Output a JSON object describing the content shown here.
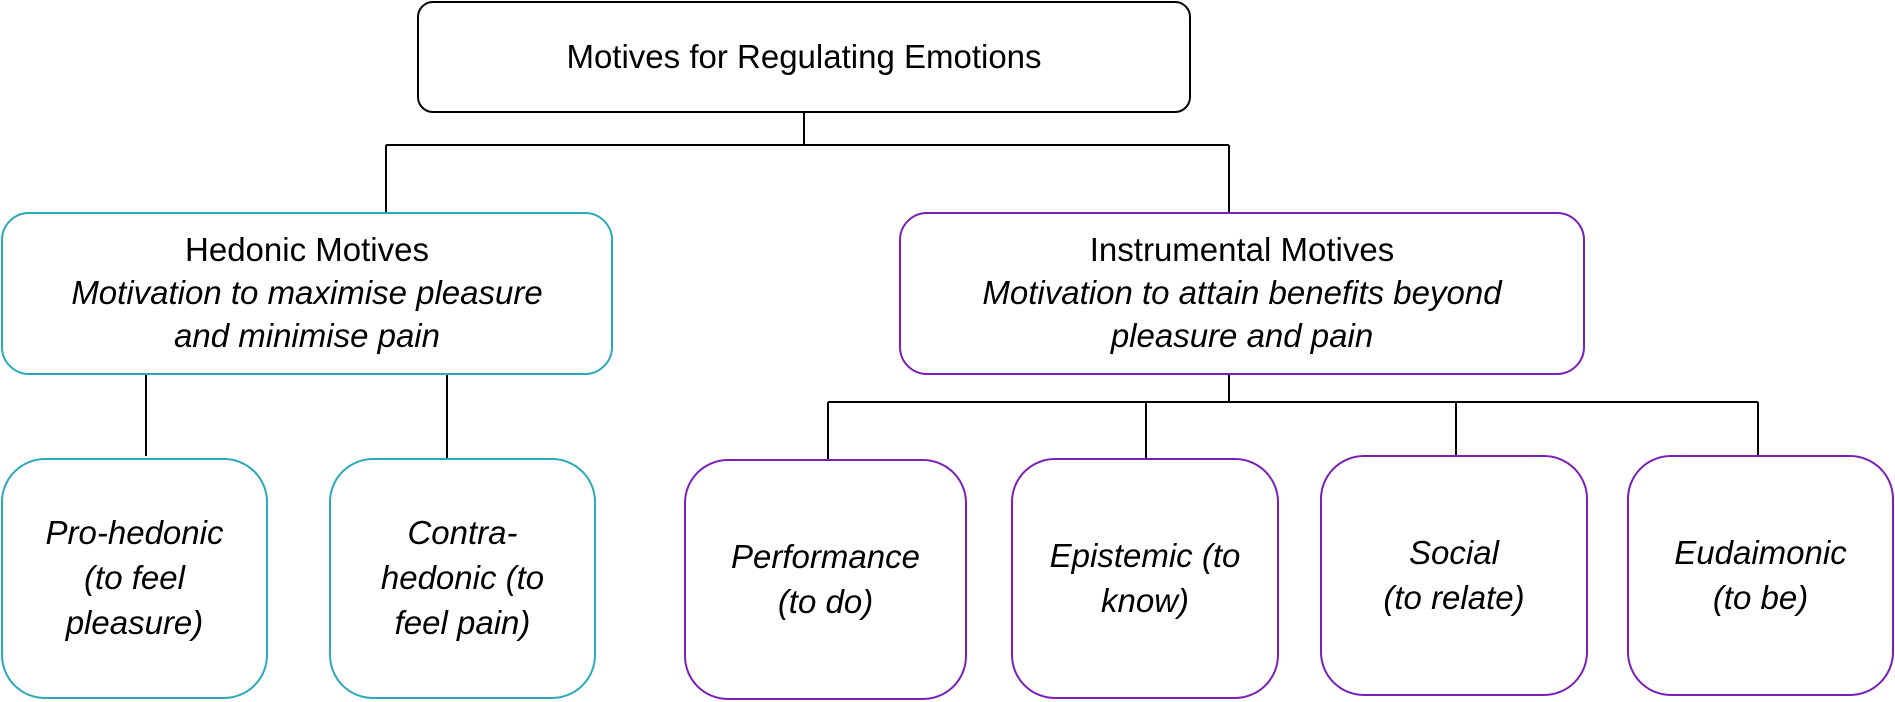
{
  "root": {
    "label": "Motives for Regulating Emotions"
  },
  "hedonic": {
    "title": "Hedonic Motives",
    "description_line1": "Motivation to maximise pleasure",
    "description_line2": "and minimise pain",
    "border_color": "#2aa9b9",
    "children": [
      {
        "lines": [
          "Pro-hedonic",
          "(to feel",
          "pleasure)"
        ]
      },
      {
        "lines": [
          "Contra-",
          "hedonic (to",
          "feel pain)"
        ]
      }
    ]
  },
  "instrumental": {
    "title": "Instrumental Motives",
    "description_line1": "Motivation to attain benefits beyond",
    "description_line2": "pleasure and pain",
    "border_color": "#7a1fb8",
    "children": [
      {
        "lines": [
          "Performance",
          "(to do)"
        ]
      },
      {
        "lines": [
          "Epistemic (to",
          "know)"
        ]
      },
      {
        "lines": [
          "Social",
          "(to relate)"
        ]
      },
      {
        "lines": [
          "Eudaimonic",
          "(to be)"
        ]
      }
    ]
  },
  "connector_color": "#000000"
}
